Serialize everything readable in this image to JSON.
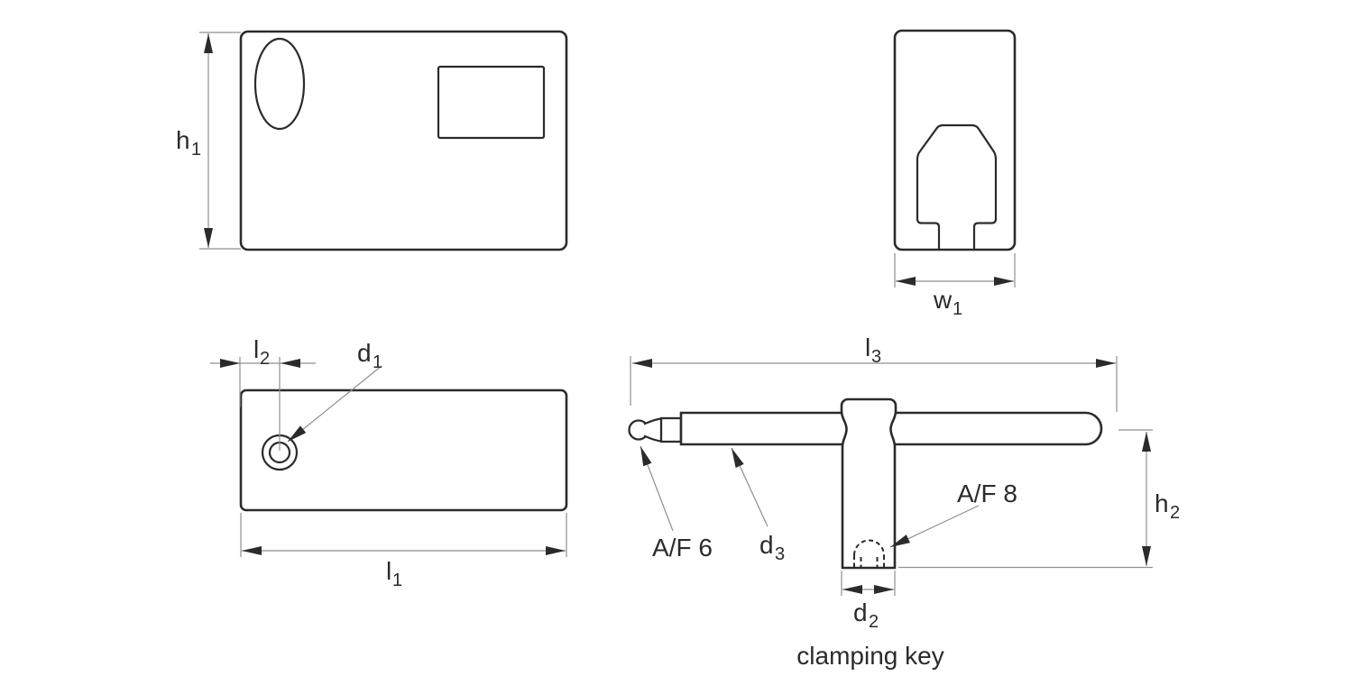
{
  "drawing": {
    "caption": "clamping key",
    "labels": {
      "h1": {
        "base": "h",
        "sub": "1"
      },
      "w1": {
        "base": "w",
        "sub": "1"
      },
      "l1": {
        "base": "l",
        "sub": "1"
      },
      "l2": {
        "base": "l",
        "sub": "2"
      },
      "l3": {
        "base": "l",
        "sub": "3"
      },
      "d1": {
        "base": "d",
        "sub": "1"
      },
      "d2": {
        "base": "d",
        "sub": "2"
      },
      "d3": {
        "base": "d",
        "sub": "3"
      },
      "h2": {
        "base": "h",
        "sub": "2"
      },
      "af6": "A/F 6",
      "af8": "A/F 8"
    },
    "colors": {
      "outline": "#2b2b2b",
      "dimension_line": "#8f8f8f",
      "arrowhead": "#2b2b2b",
      "background": "#ffffff"
    }
  }
}
